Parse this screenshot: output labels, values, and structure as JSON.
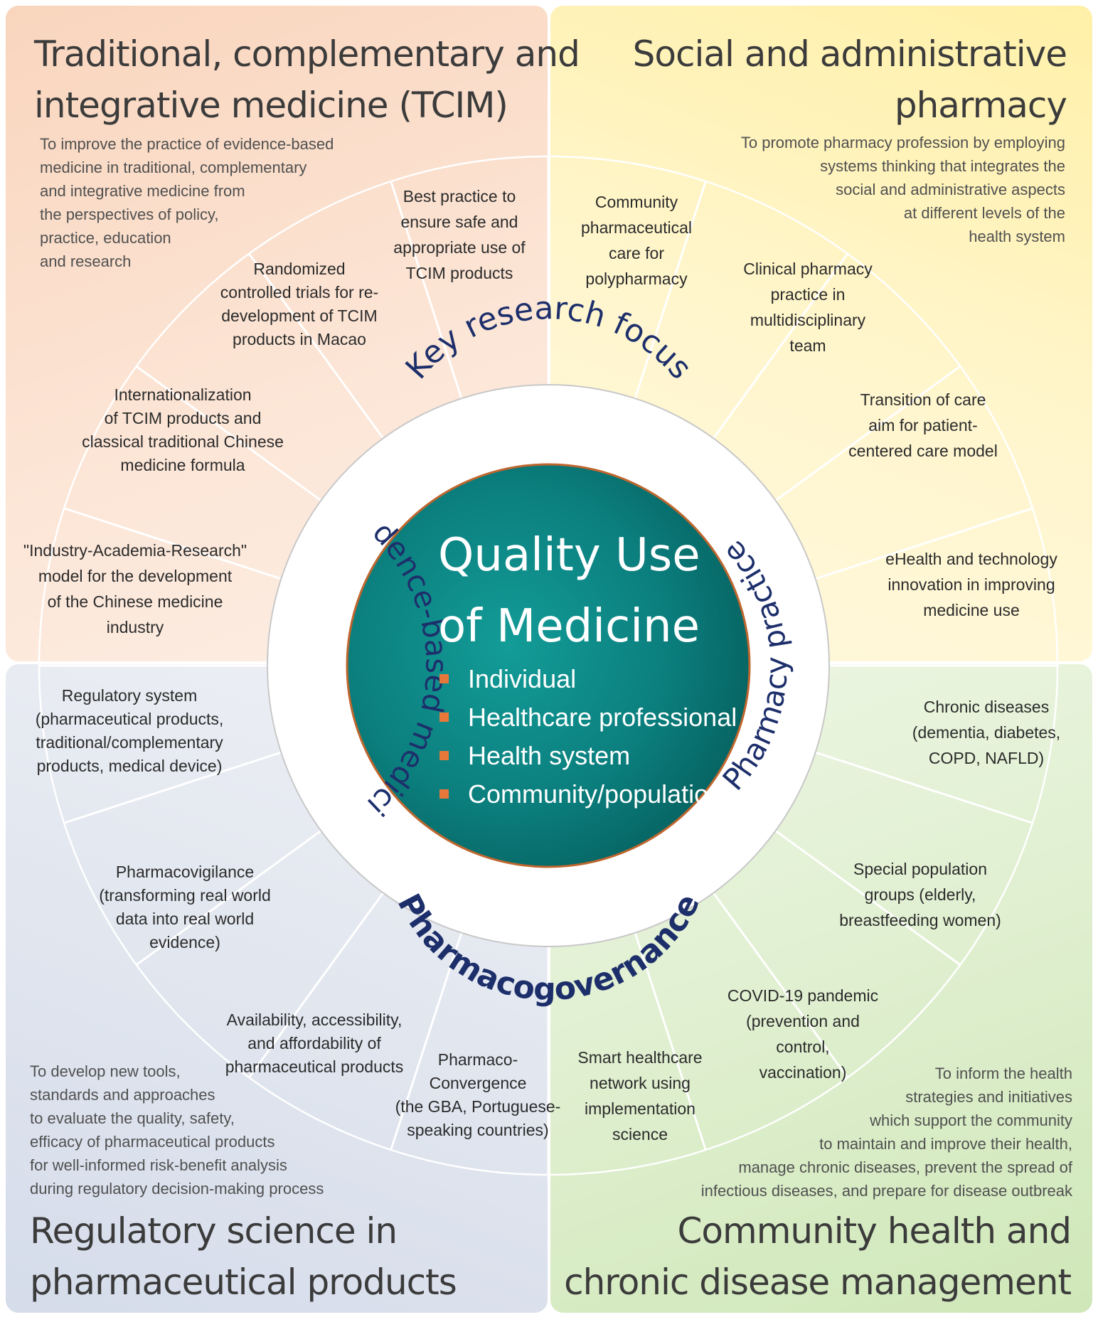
{
  "center": {
    "title_line1": "Quality Use",
    "title_line2": "of Medicine",
    "levels": [
      "Individual",
      "Healthcare professional",
      "Health system",
      "Community/population"
    ]
  },
  "ring": {
    "top": "Key research focus",
    "right": "Pharmacy practice",
    "bottom": "Pharmacogovernance",
    "left": "Evidence-based medicine"
  },
  "quadrants": {
    "tcim": {
      "title": [
        "Traditional, complementary and",
        "integrative medicine (TCIM)"
      ],
      "description": [
        "To improve the practice of evidence-based",
        "medicine in traditional, complementary",
        "and  integrative medicine from",
        "the perspectives  of policy,",
        "practice,  education",
        "and research"
      ],
      "segments": [
        [
          "Best practice to",
          "ensure safe and",
          "appropriate use of",
          "TCIM products"
        ],
        [
          "Randomized",
          "controlled trials for re-",
          "development of TCIM",
          "products in Macao"
        ],
        [
          "Internationalization",
          "of TCIM products and",
          "classical traditional Chinese",
          "medicine formula"
        ],
        [
          "\"Industry-Academia-Research\"",
          "model for the development",
          "of the Chinese medicine",
          "industry"
        ]
      ]
    },
    "social": {
      "title": [
        "Social and administrative",
        "pharmacy"
      ],
      "description": [
        "To promote pharmacy profession by employing",
        "systems thinking that integrates the",
        "social and administrative aspects",
        "at different levels of the",
        "health system"
      ],
      "segments": [
        [
          "Community",
          "pharmaceutical",
          "care for",
          "polypharmacy"
        ],
        [
          "Clinical pharmacy",
          "practice in",
          "multidisciplinary",
          "team"
        ],
        [
          "Transition of care",
          "aim for patient-",
          "centered care model"
        ],
        [
          "eHealth and technology",
          "innovation in improving",
          "medicine use"
        ]
      ]
    },
    "regulatory": {
      "title": [
        "Regulatory science in",
        "pharmaceutical products"
      ],
      "description": [
        "To develop new tools,",
        "standards and approaches",
        "to evaluate the quality, safety,",
        "efficacy of pharmaceutical products",
        "for well-informed risk-benefit analysis",
        "during regulatory decision-making process"
      ],
      "segments": [
        [
          "Regulatory system",
          "(pharmaceutical products,",
          "traditional/complementary",
          "products, medical device)"
        ],
        [
          "Pharmacovigilance",
          "(transforming real world",
          "data into real world",
          "evidence)"
        ],
        [
          "Availability, accessibility,",
          "and affordability of",
          "pharmaceutical products"
        ],
        [
          "Pharmaco-",
          "Convergence",
          "(the GBA, Portuguese-",
          "speaking countries)"
        ]
      ]
    },
    "community": {
      "title": [
        "Community health and",
        "chronic disease management"
      ],
      "description": [
        "To inform the health",
        "strategies and initiatives",
        "which support the community",
        "to maintain and improve their health,",
        "manage chronic diseases, prevent the spread of",
        "infectious diseases, and prepare for disease outbreak"
      ],
      "segments": [
        [
          "Chronic diseases",
          "(dementia, diabetes,",
          "COPD, NAFLD)"
        ],
        [
          "Special population",
          "groups (elderly,",
          "breastfeeding women)"
        ],
        [
          "COVID-19 pandemic",
          "(prevention and",
          "control,",
          "vaccination)"
        ],
        [
          "Smart healthcare",
          "network using",
          "implementation",
          "science"
        ]
      ]
    }
  },
  "colors": {
    "center_teal": "#0b7f7e",
    "ring_text": "#1d2f6b",
    "bullet": "#e8783a",
    "tcim_bg": "#fbe2d1",
    "social_bg": "#fff4c4",
    "regulatory_bg": "#e3e7ef",
    "community_bg": "#e2f0d4"
  }
}
